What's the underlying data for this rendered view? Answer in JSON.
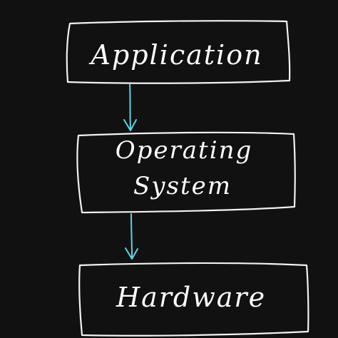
{
  "diagram": {
    "nodes": [
      {
        "id": "application",
        "lines": [
          "Application"
        ]
      },
      {
        "id": "operating-system",
        "lines": [
          "Operating",
          "System"
        ]
      },
      {
        "id": "hardware",
        "lines": [
          "Hardware"
        ]
      }
    ],
    "edges": [
      {
        "from": "application",
        "to": "operating-system"
      },
      {
        "from": "operating-system",
        "to": "hardware"
      }
    ]
  },
  "colors": {
    "background": "#111111",
    "box_stroke": "#f2f2f2",
    "text": "#ffffff",
    "arrow": "#5fd3e6"
  }
}
